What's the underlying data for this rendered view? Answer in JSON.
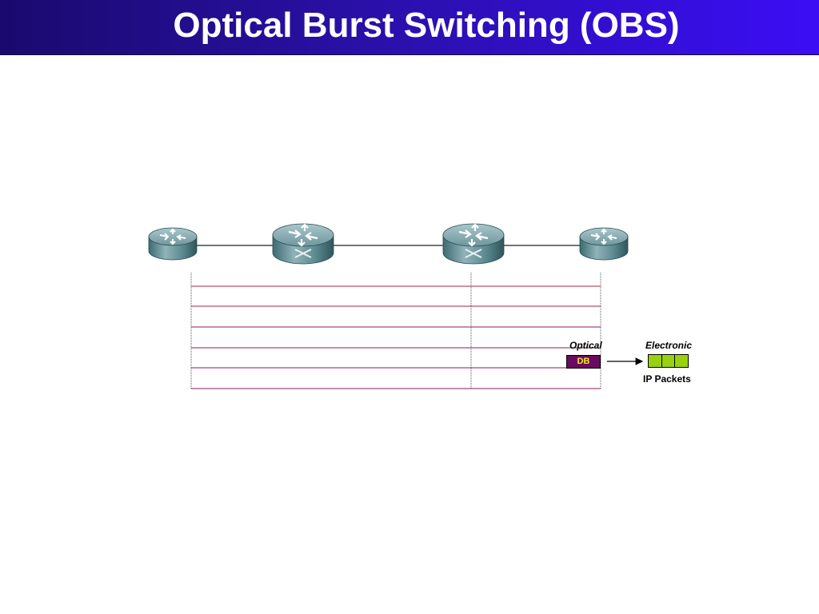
{
  "slide": {
    "title": "Optical Burst Switching (OBS)"
  },
  "diagram": {
    "nodes": [
      {
        "id": "edge-router-left",
        "kind": "edge-router-icon"
      },
      {
        "id": "core-switch-left",
        "kind": "optical-switch-icon"
      },
      {
        "id": "core-switch-right",
        "kind": "optical-switch-icon"
      },
      {
        "id": "edge-router-right",
        "kind": "edge-router-icon"
      }
    ],
    "channel_count": 5,
    "labels": {
      "optical": "Optical",
      "electronic": "Electronic",
      "ip_packets": "IP Packets",
      "data_burst": "DB"
    },
    "ip_packet_count": 3
  },
  "colors": {
    "title_bar_start": "#1a0a6e",
    "title_bar_end": "#3b0df5",
    "channel_line": "#b0203a",
    "data_burst_fill": "#6b0a5e",
    "data_burst_text": "#f2ea20",
    "ip_packet_fill": "#9ad10f"
  }
}
